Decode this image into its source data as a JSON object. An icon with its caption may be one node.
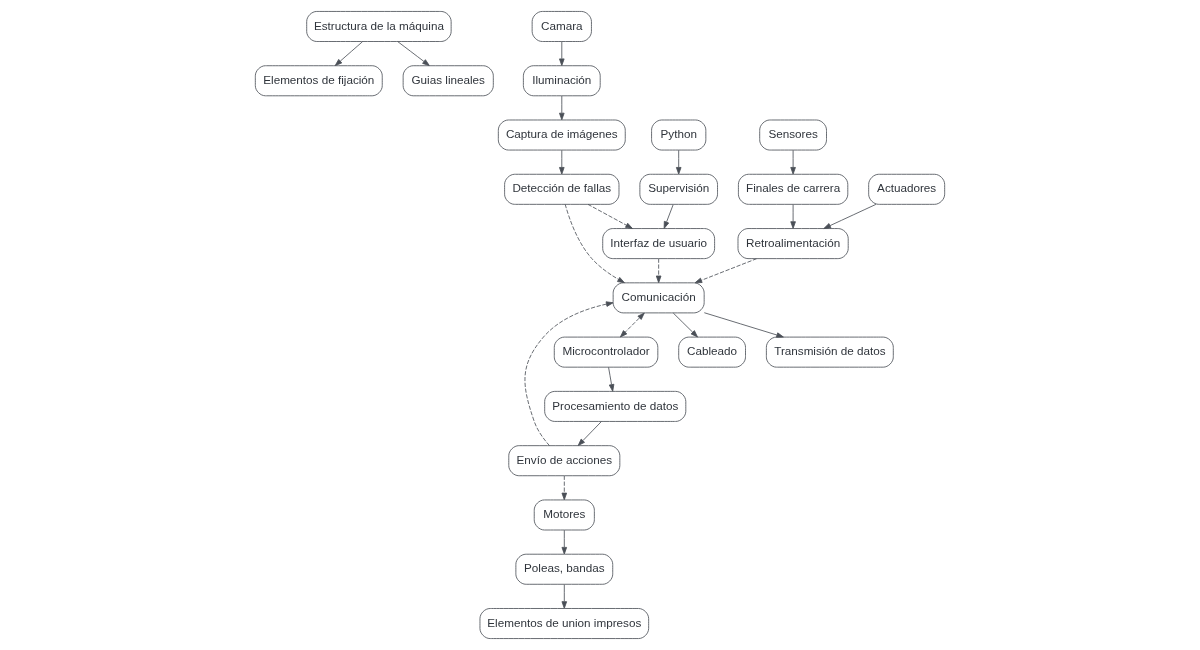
{
  "diagram": {
    "nodes": [
      {
        "text": [
          "Estructura de la máquina"
        ]
      },
      {
        "text": [
          "Elementos de fijación"
        ]
      },
      {
        "text": [
          "Guias lineales"
        ]
      },
      {
        "text": [
          "Camara"
        ]
      },
      {
        "text": [
          "Iluminación"
        ]
      },
      {
        "text": [
          "Captura de imágenes"
        ]
      },
      {
        "text": [
          "Detección de fallas"
        ]
      },
      {
        "text": [
          "Sensores"
        ]
      },
      {
        "text": [
          "Finales de carrera"
        ]
      },
      {
        "text": [
          "Actuadores"
        ]
      },
      {
        "text": [
          "Retroalimentación"
        ]
      },
      {
        "text": [
          "Microcontrolador"
        ]
      },
      {
        "text": [
          "Procesamiento de datos"
        ]
      },
      {
        "text": [
          "Envío de acciones"
        ]
      },
      {
        "text": [
          "Python"
        ]
      },
      {
        "text": [
          "Supervisión"
        ]
      },
      {
        "text": [
          "Interfaz de usuario"
        ]
      },
      {
        "text": [
          "Comunicación"
        ]
      },
      {
        "text": [
          "Motores"
        ]
      },
      {
        "text": [
          "Poleas, bandas"
        ]
      },
      {
        "text": [
          "Cableado"
        ]
      },
      {
        "text": [
          "Transmisión de datos"
        ]
      },
      {
        "text": [
          "Elementos de union impresos"
        ]
      }
    ],
    "edges": [
      {
        "from": 0,
        "to": 1,
        "arrow": "to"
      },
      {
        "from": 0,
        "to": 2,
        "arrow": "to"
      },
      {
        "from": 3,
        "to": 4,
        "arrow": "to"
      },
      {
        "from": 4,
        "to": 5,
        "arrow": "to"
      },
      {
        "from": 5,
        "to": 6,
        "arrow": "to"
      },
      {
        "from": 7,
        "to": 8,
        "arrow": "to"
      },
      {
        "from": 8,
        "to": 10,
        "arrow": "to"
      },
      {
        "from": 9,
        "to": 10,
        "arrow": "to"
      },
      {
        "from": 11,
        "to": 12,
        "arrow": "to"
      },
      {
        "from": 12,
        "to": 13,
        "arrow": "to"
      },
      {
        "from": 14,
        "to": 15,
        "arrow": "to"
      },
      {
        "from": 15,
        "to": 16,
        "arrow": "to"
      },
      {
        "from": 6,
        "to": 16,
        "arrow": "to",
        "style": "dashed"
      },
      {
        "from": 6,
        "to": 17,
        "arrow": "to",
        "style": "dashed"
      },
      {
        "from": 10,
        "to": 17,
        "arrow": "to",
        "style": "dashed"
      },
      {
        "from": 16,
        "to": 17,
        "arrow": "to",
        "style": "dashed"
      },
      {
        "from": 17,
        "to": 11,
        "arrow": "both",
        "style": "dashed"
      },
      {
        "from": 13,
        "to": 17,
        "arrow": "to",
        "style": "dashed"
      },
      {
        "from": 13,
        "to": 18,
        "arrow": "to",
        "style": "dashed"
      },
      {
        "from": 17,
        "to": 20,
        "arrow": "to"
      },
      {
        "from": 17,
        "to": 21,
        "arrow": "to"
      },
      {
        "from": 18,
        "to": 19,
        "arrow": "to"
      },
      {
        "from": 19,
        "to": 22,
        "arrow": "to"
      }
    ]
  }
}
